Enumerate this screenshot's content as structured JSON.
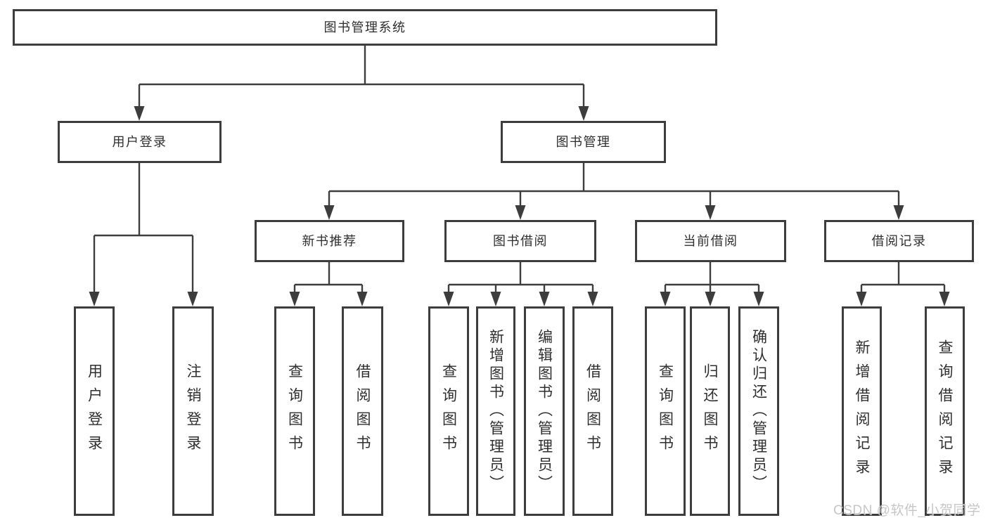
{
  "diagram": {
    "root": {
      "label": "图书管理系统"
    },
    "level2": [
      {
        "label": "用户登录",
        "children": [
          {
            "label": "用户登录"
          },
          {
            "label": "注销登录"
          }
        ]
      },
      {
        "label": "图书管理",
        "children": [
          {
            "label": "新书推荐",
            "children": [
              {
                "label": "查询图书"
              },
              {
                "label": "借阅图书"
              }
            ]
          },
          {
            "label": "图书借阅",
            "children": [
              {
                "label": "查询图书"
              },
              {
                "label": "新增图书（管理员）"
              },
              {
                "label": "编辑图书（管理员）"
              },
              {
                "label": "借阅图书"
              }
            ]
          },
          {
            "label": "当前借阅",
            "children": [
              {
                "label": "查询图书"
              },
              {
                "label": "归还图书"
              },
              {
                "label": "确认归还（管理员）"
              }
            ]
          },
          {
            "label": "借阅记录",
            "children": [
              {
                "label": "新增借阅记录"
              },
              {
                "label": "查询借阅记录"
              }
            ]
          }
        ]
      }
    ]
  },
  "watermark": {
    "text": "CSDN @软件_小贺同学"
  },
  "colors": {
    "line": "#3d3d3d",
    "box_border": "#3d3d3d",
    "box_fill": "#ffffff",
    "text": "#2f2f2f",
    "watermark": "#c0c0c0",
    "background": "#ffffff"
  }
}
